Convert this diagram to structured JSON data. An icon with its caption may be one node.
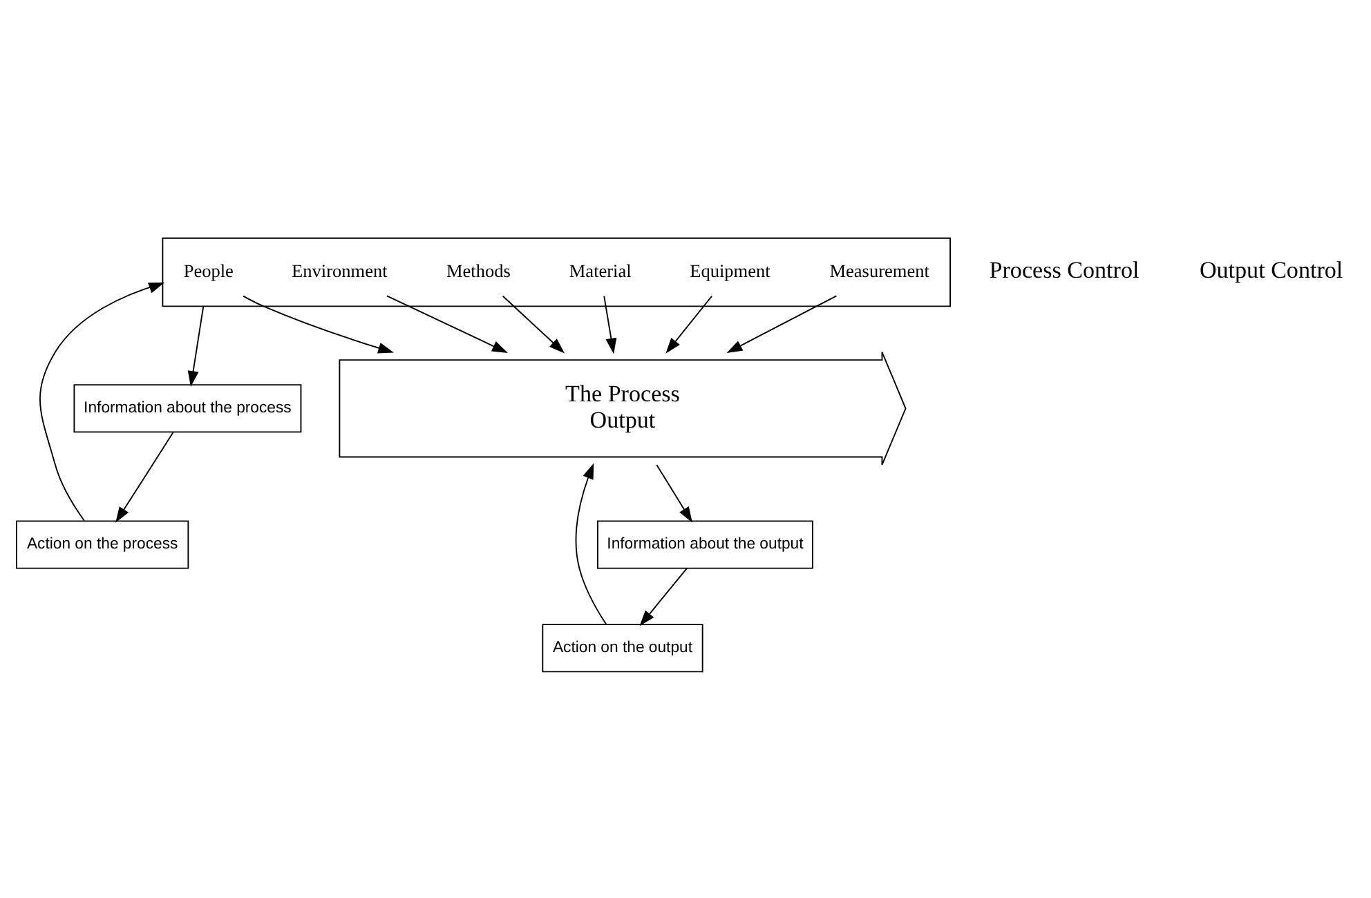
{
  "diagram": {
    "nodes": [
      {
        "text": [
          "Action on the process"
        ]
      },
      {
        "text": [
          "Information about the process"
        ]
      },
      {
        "text": [
          "Information about the output"
        ]
      },
      {
        "text": [
          "Action on the output"
        ]
      },
      {
        "text": [],
        "shape": "box"
      },
      {
        "text": [
          "The Process",
          "Output"
        ]
      },
      {
        "text": [
          "People"
        ],
        "in": 4
      },
      {
        "text": [
          "Equipment"
        ],
        "in": 4
      },
      {
        "text": [
          "Material"
        ],
        "in": 4
      },
      {
        "text": [
          "Methods"
        ],
        "in": 4
      },
      {
        "text": [
          "Environment"
        ],
        "in": 4
      },
      {
        "text": [
          "Measurement"
        ],
        "in": 4
      }
    ],
    "edges": [
      {
        "from": 1,
        "to": 0,
        "arrow": "to"
      },
      {
        "from": 0,
        "to": 4,
        "arrow": "to"
      },
      {
        "from": 4,
        "to": 1,
        "arrow": "to"
      },
      {
        "from": 5,
        "to": 2,
        "arrow": "to"
      },
      {
        "from": 2,
        "to": 3,
        "arrow": "to"
      },
      {
        "from": 3,
        "to": 5,
        "arrow": "to"
      },
      {
        "from": 6,
        "to": 5,
        "arrow": "to"
      },
      {
        "from": 7,
        "to": 5,
        "arrow": "to"
      },
      {
        "from": 8,
        "to": 5,
        "arrow": "to"
      },
      {
        "from": 9,
        "to": 5,
        "arrow": "to"
      },
      {
        "from": 10,
        "to": 5,
        "arrow": "to"
      },
      {
        "from": 11,
        "to": 5,
        "arrow": "to"
      }
    ],
    "labels": [
      "Process Control",
      "Output Control"
    ]
  }
}
